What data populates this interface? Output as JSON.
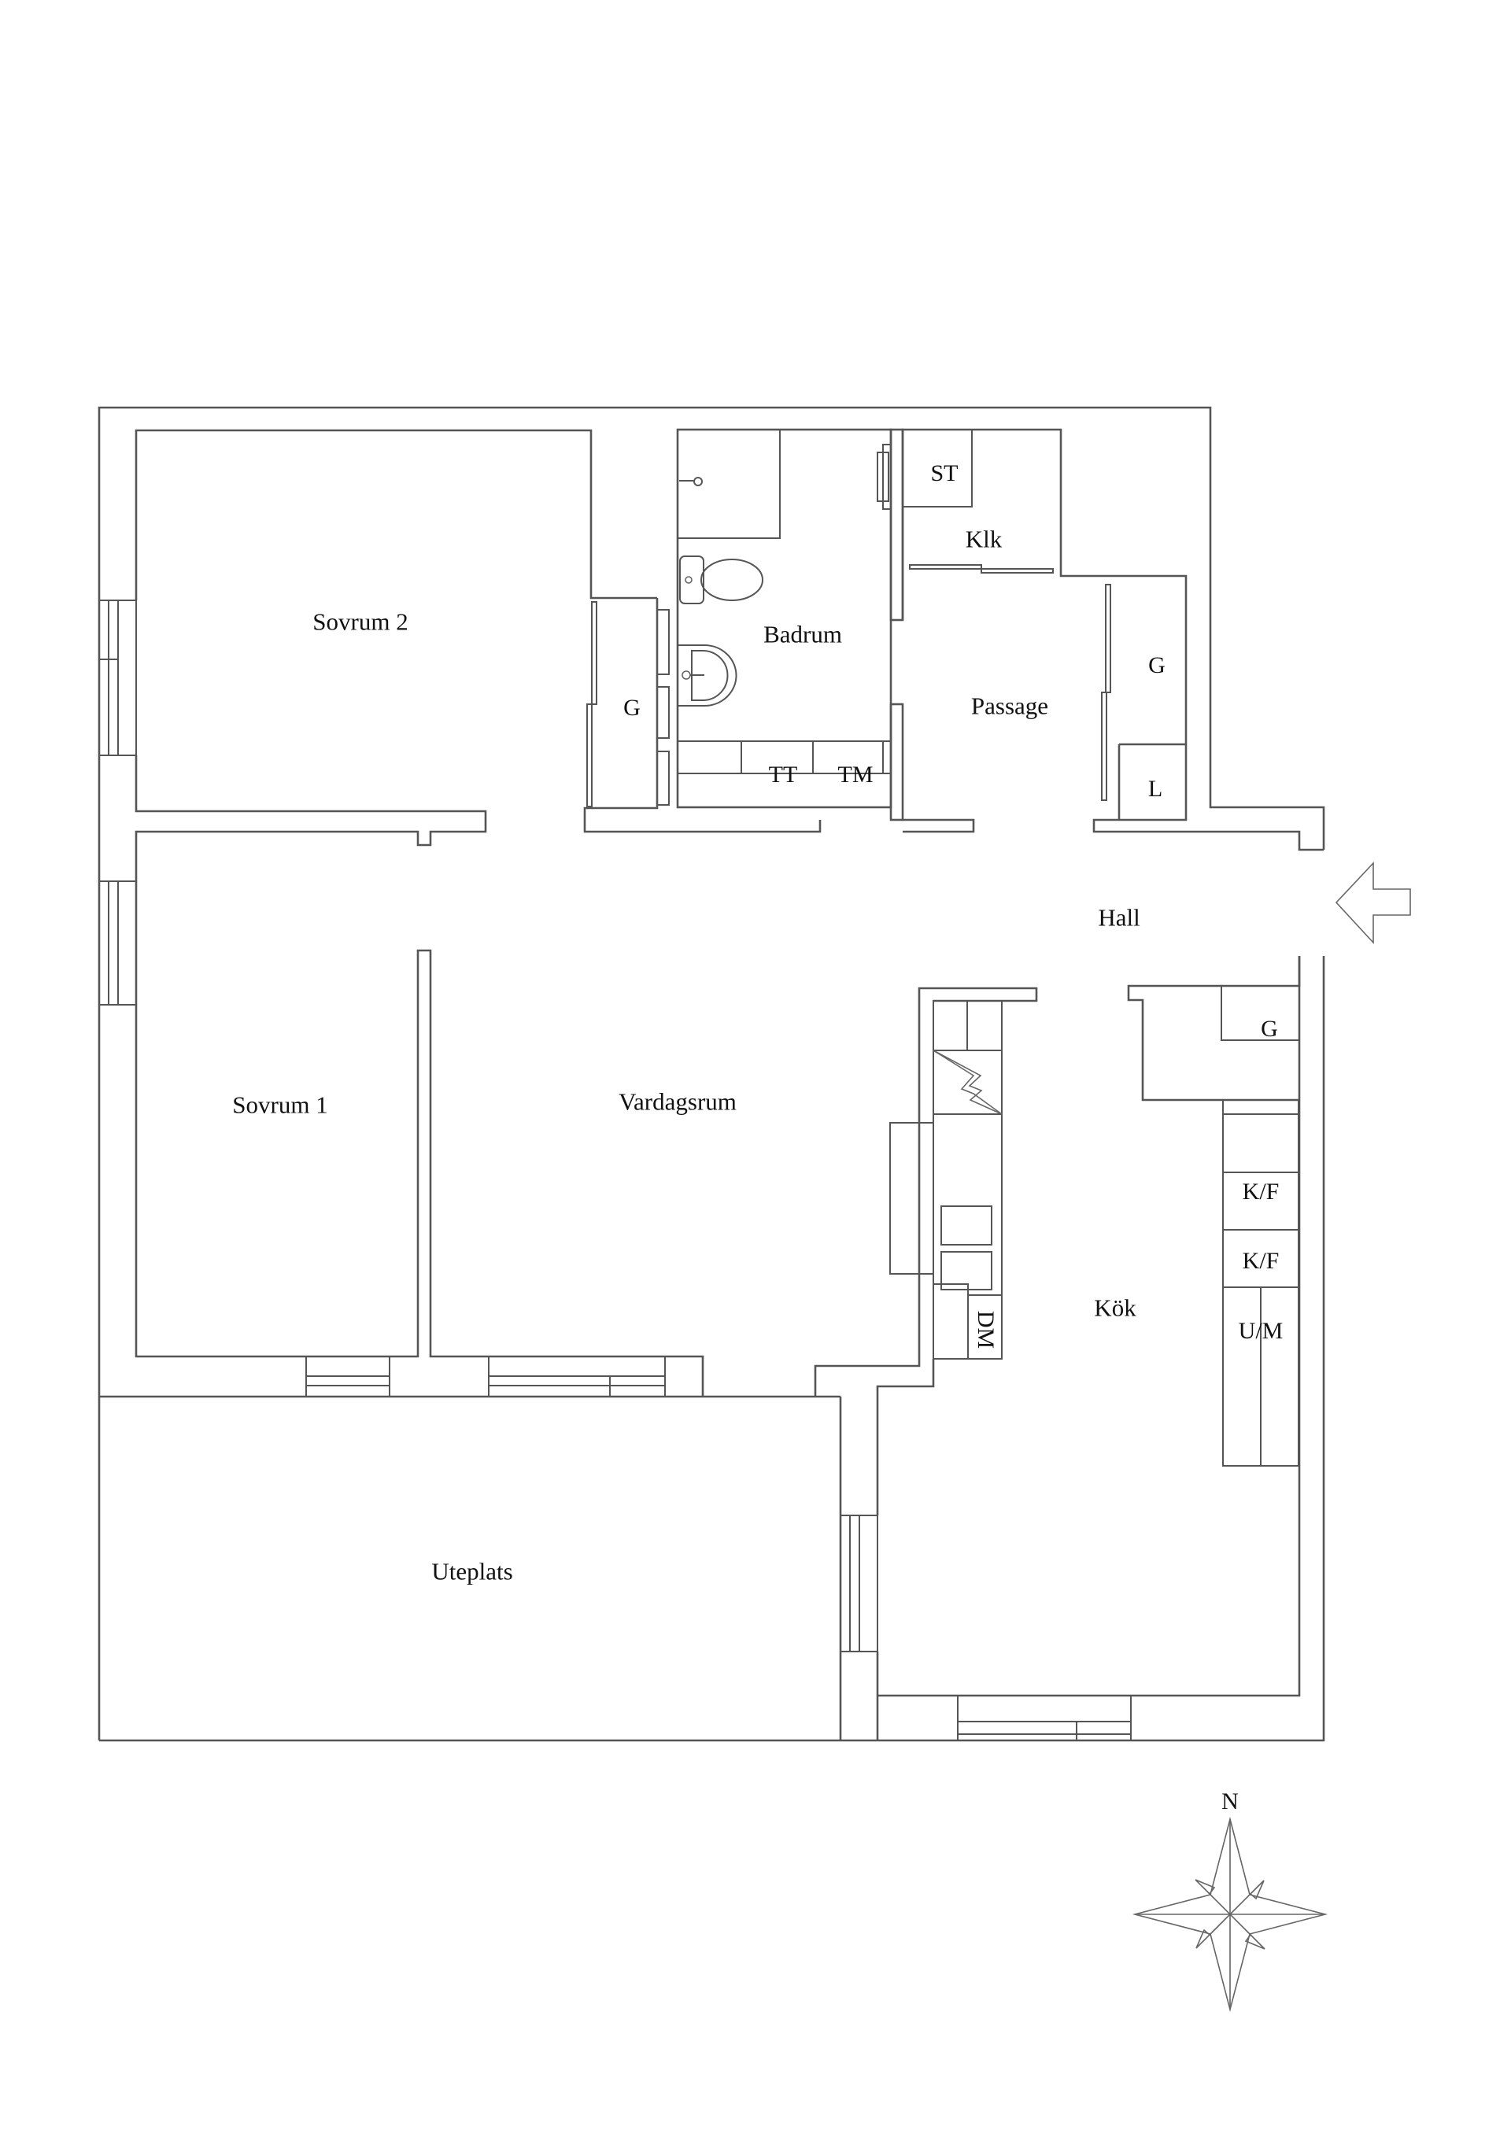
{
  "rooms": {
    "sovrum2": "Sovrum 2",
    "sovrum1": "Sovrum 1",
    "badrum": "Badrum",
    "klk": "Klk",
    "passage": "Passage",
    "hall": "Hall",
    "vardagsrum": "Vardagsrum",
    "kok": "Kök",
    "uteplats": "Uteplats"
  },
  "fixtures": {
    "wardrobe_sovrum2": "G",
    "wardrobe_passage": "G",
    "wardrobe_hall": "G",
    "linen": "L",
    "st": "ST",
    "tt": "TT",
    "tm": "TM",
    "kf1": "K/F",
    "kf2": "K/F",
    "um": "U/M",
    "dm": "DM"
  },
  "compass": {
    "north_label": "N"
  },
  "entrance": {
    "icon": "entry-arrow-icon"
  },
  "colors": {
    "line": "#555555",
    "text": "#111111",
    "background": "#ffffff"
  }
}
